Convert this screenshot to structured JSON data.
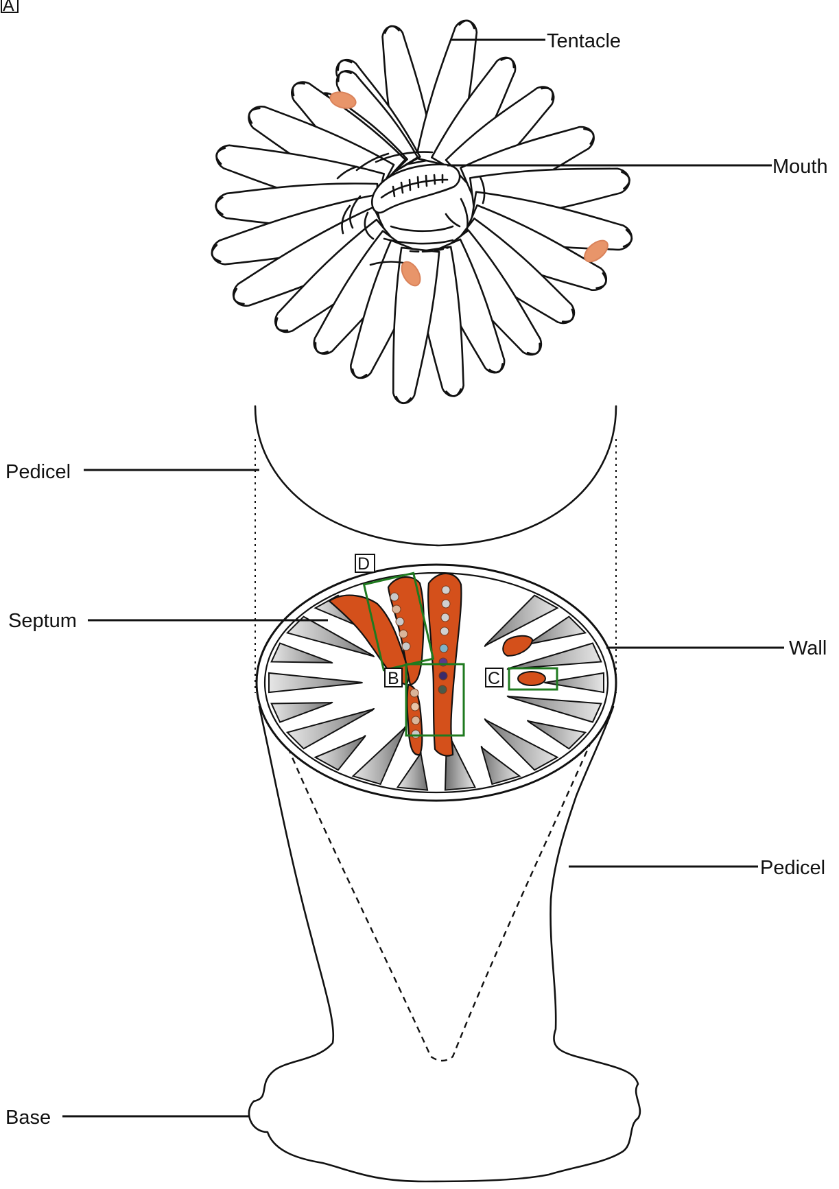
{
  "figure": {
    "panels": {
      "A": "A",
      "B": "B",
      "C": "C",
      "D": "D"
    },
    "labels": {
      "tentacle": "Tentacle",
      "mouth": "Mouth",
      "pedicel_upper": "Pedicel",
      "septum": "Septum",
      "wall": "Wall",
      "pedicel_lower": "Pedicel",
      "base": "Base"
    },
    "colors": {
      "septum_orange": "#d4501b",
      "oral_disc_spot": "#e8956a",
      "highlight_box": "#1f7a1f",
      "shaded_septa": "#9a9a9a"
    }
  }
}
